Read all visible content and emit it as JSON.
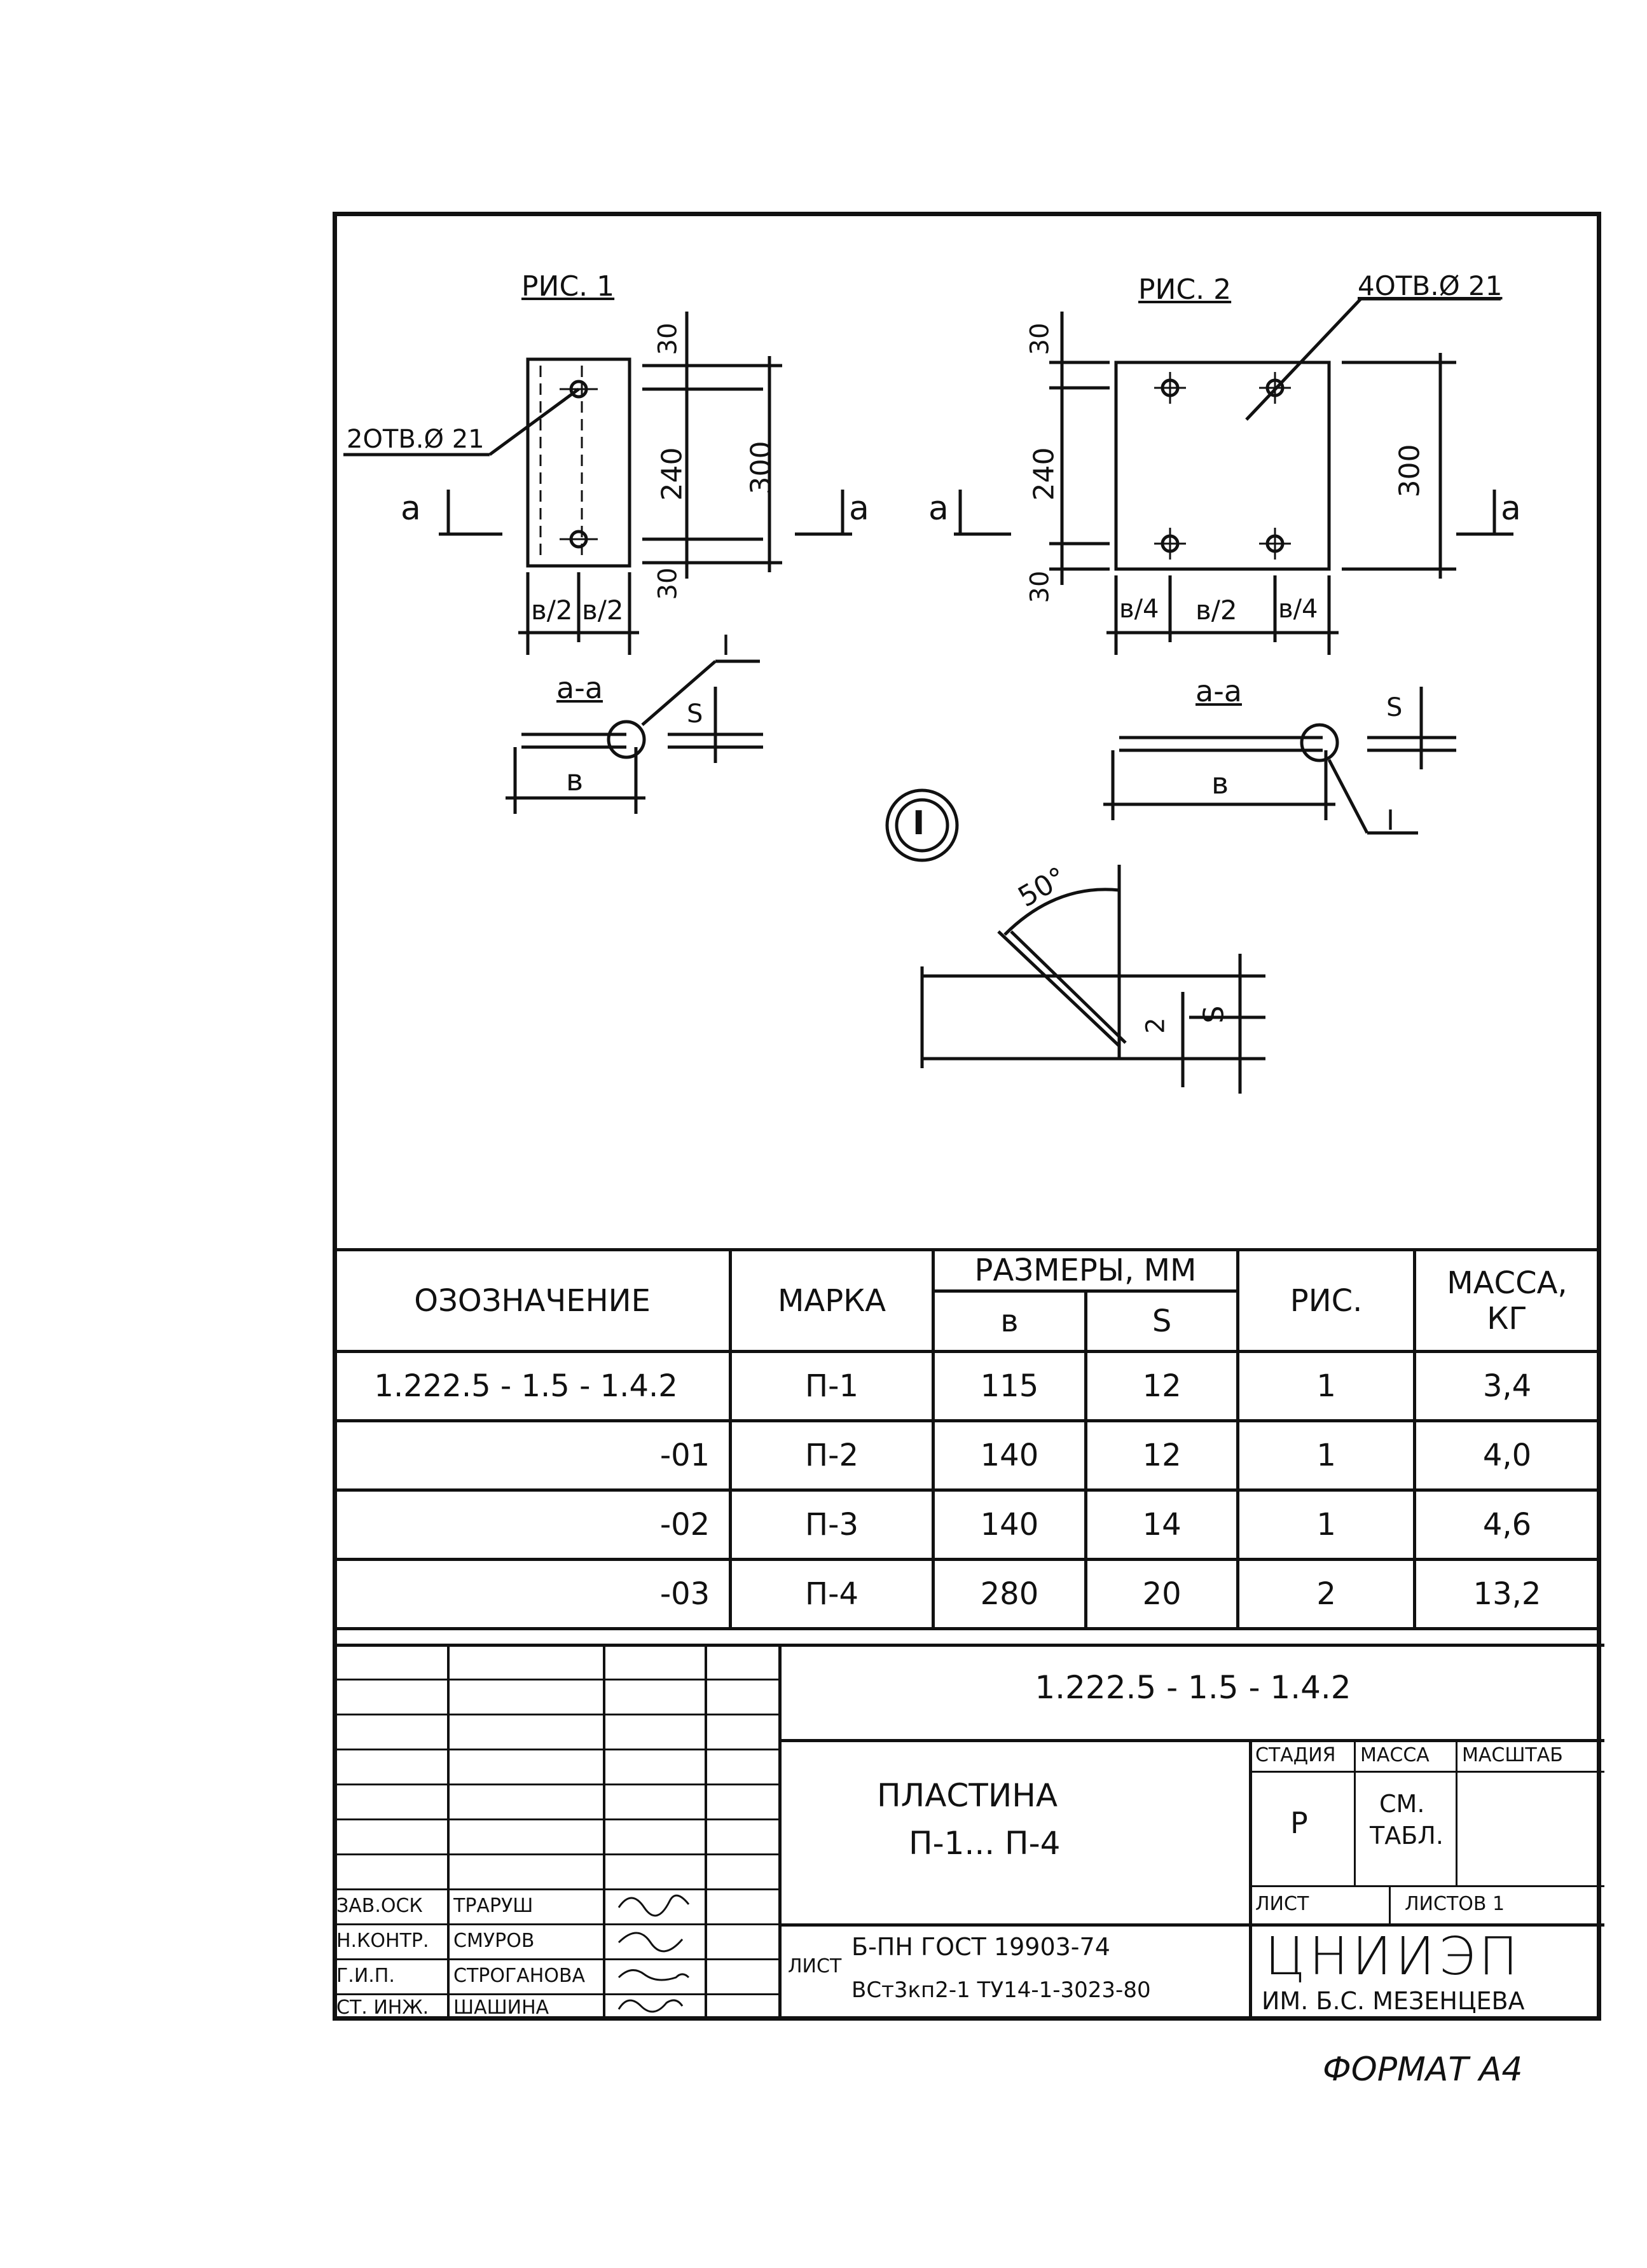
{
  "drawing": {
    "fig1": {
      "title": "РИС. 1",
      "holes_note": "2ОТВ.Ø 21",
      "dim_top": "30",
      "dim_mid": "240",
      "dim_total": "300",
      "dim_bottom": "30",
      "half_left": "в/2",
      "half_right": "в/2",
      "section_mark_left": "а",
      "section_mark_right": "а",
      "section_title": "а-а",
      "width_label": "в",
      "thickness_label": "S",
      "detail_ref": "I"
    },
    "fig2": {
      "title": "РИС. 2",
      "holes_note": "4ОТВ.Ø 21",
      "dim_top": "30",
      "dim_mid": "240",
      "dim_total": "300",
      "dim_bottom": "30",
      "quarter_left": "в/4",
      "half_mid": "в/2",
      "quarter_right": "в/4",
      "section_mark_left": "а",
      "section_mark_right": "а",
      "section_title": "а-а",
      "width_label": "в",
      "thickness_label": "S",
      "detail_ref": "I"
    },
    "detail": {
      "callout": "I",
      "angle": "50°",
      "edge_dim": "2",
      "thickness_label": "S"
    }
  },
  "spec_table": {
    "headers": {
      "designation": "ОЗОЗНАЧЕНИЕ",
      "mark": "МАРКА",
      "sizes": "РАЗМЕРЫ, ММ",
      "b": "в",
      "s": "S",
      "fig": "РИС.",
      "mass_line1": "МАССА,",
      "mass_line2": "КГ"
    },
    "rows": [
      {
        "designation": "1.222.5 - 1.5 - 1.4.2",
        "mark": "П-1",
        "b": "115",
        "s": "12",
        "fig": "1",
        "mass": "3,4"
      },
      {
        "designation": "-01",
        "mark": "П-2",
        "b": "140",
        "s": "12",
        "fig": "1",
        "mass": "4,0"
      },
      {
        "designation": "-02",
        "mark": "П-3",
        "b": "140",
        "s": "14",
        "fig": "1",
        "mass": "4,6"
      },
      {
        "designation": "-03",
        "mark": "П-4",
        "b": "280",
        "s": "20",
        "fig": "2",
        "mass": "13,2"
      }
    ]
  },
  "title_block": {
    "doc_code": "1.222.5 - 1.5 - 1.4.2",
    "name_line1": "ПЛАСТИНА",
    "name_line2": "П-1... П-4",
    "stage_header": "СТАДИЯ",
    "mass_header": "МАССА",
    "scale_header": "МАСШТАБ",
    "stage_value": "Р",
    "mass_value_1": "СМ.",
    "mass_value_2": "ТАБЛ.",
    "sheet_label": "ЛИСТ",
    "sheets_label": "ЛИСТОВ 1",
    "material_label": "ЛИСТ",
    "material_line1": "Б-ПН ГОСТ 19903-74",
    "material_line2": "ВСт3кп2-1 ТУ14-1-3023-80",
    "org_name": "ЦНИИЭП",
    "org_sub": "ИМ. Б.С. МЕЗЕНЦЕВА",
    "signers": [
      {
        "role": "ЗАВ.ОСК",
        "name": "ТРАРУШ"
      },
      {
        "role": "Н.КОНТР.",
        "name": "СМУРОВ"
      },
      {
        "role": "Г.И.П.",
        "name": "СТРОГАНОВА"
      },
      {
        "role": "СТ. ИНЖ.",
        "name": "ШАШИНА"
      }
    ]
  },
  "format_label": "ФОРМАТ А4"
}
